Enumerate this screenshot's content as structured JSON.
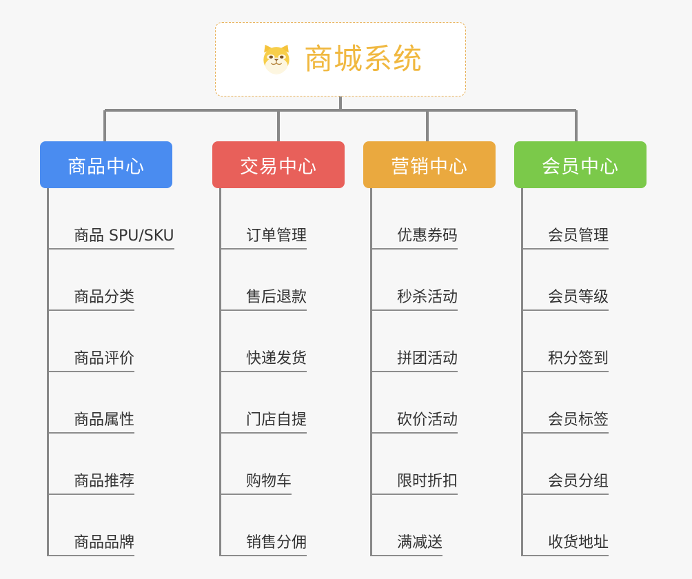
{
  "page": {
    "background_color": "#f7f7f7",
    "title": "商城系统 功能架构图"
  },
  "root": {
    "label": "商城系统",
    "icon": "shiba-dog-emoji",
    "text_color": "#f0b840",
    "border_color": "#e8b159",
    "background_color": "#ffffff"
  },
  "connector": {
    "color": "#888888"
  },
  "branches": [
    {
      "label": "商品中心",
      "color": "#4a8cf0",
      "text_color": "#ffffff",
      "items": [
        {
          "label": "商品 SPU/SKU"
        },
        {
          "label": "商品分类"
        },
        {
          "label": "商品评价"
        },
        {
          "label": "商品属性"
        },
        {
          "label": "商品推荐"
        },
        {
          "label": "商品品牌"
        }
      ]
    },
    {
      "label": "交易中心",
      "color": "#e8605a",
      "text_color": "#ffffff",
      "items": [
        {
          "label": "订单管理"
        },
        {
          "label": "售后退款"
        },
        {
          "label": "快递发货"
        },
        {
          "label": "门店自提"
        },
        {
          "label": "购物车"
        },
        {
          "label": "销售分佣"
        }
      ]
    },
    {
      "label": "营销中心",
      "color": "#eaa93f",
      "text_color": "#ffffff",
      "items": [
        {
          "label": "优惠券码"
        },
        {
          "label": "秒杀活动"
        },
        {
          "label": "拼团活动"
        },
        {
          "label": "砍价活动"
        },
        {
          "label": "限时折扣"
        },
        {
          "label": "满减送"
        }
      ]
    },
    {
      "label": "会员中心",
      "color": "#7bc94a",
      "text_color": "#ffffff",
      "items": [
        {
          "label": "会员管理"
        },
        {
          "label": "会员等级"
        },
        {
          "label": "积分签到"
        },
        {
          "label": "会员标签"
        },
        {
          "label": "会员分组"
        },
        {
          "label": "收货地址"
        }
      ]
    }
  ]
}
